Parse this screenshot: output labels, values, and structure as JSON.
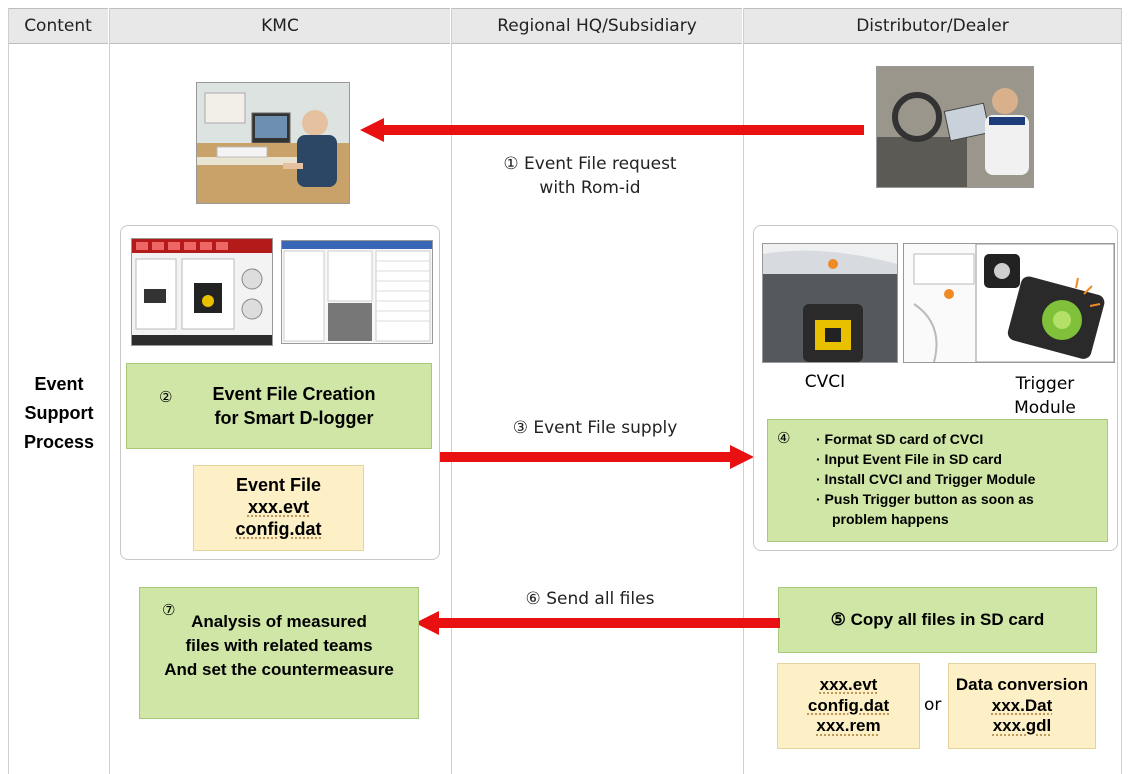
{
  "header": {
    "content": "Content",
    "kmc": "KMC",
    "regional": "Regional HQ/Subsidiary",
    "dealer": "Distributor/Dealer"
  },
  "row_label": [
    "Event",
    "Support",
    "Process"
  ],
  "steps": {
    "s1": [
      "① Event File request",
      "with Rom-id"
    ],
    "s2_num": "②",
    "s2": [
      "Event File Creation",
      "for Smart D-logger"
    ],
    "event_file": [
      "Event File",
      "xxx.evt",
      "config.dat"
    ],
    "s3": "③ Event File supply",
    "cvci": "CVCI",
    "trigger": [
      "Trigger",
      "Module"
    ],
    "s4_num": "④",
    "s4_items": [
      "· Format SD card of CVCI",
      "· Input Event File in SD card",
      "· Install CVCI and Trigger Module",
      "· Push Trigger button as soon as",
      "problem happens"
    ],
    "s5": "⑤ Copy all files in SD card",
    "s6": "⑥ Send all files",
    "s7_num": "⑦",
    "s7": [
      "Analysis of measured",
      "files with related teams",
      "And set the countermeasure"
    ],
    "files_left": [
      "xxx.evt",
      "config.dat",
      "xxx.rem"
    ],
    "or": "or",
    "files_right": [
      "Data conversion",
      "xxx.Dat",
      "xxx.gdl"
    ]
  },
  "colors": {
    "arrow": "#e81010",
    "green": "#cfe6a6",
    "yellow": "#fdf0c6",
    "header": "#e8e8e8"
  }
}
